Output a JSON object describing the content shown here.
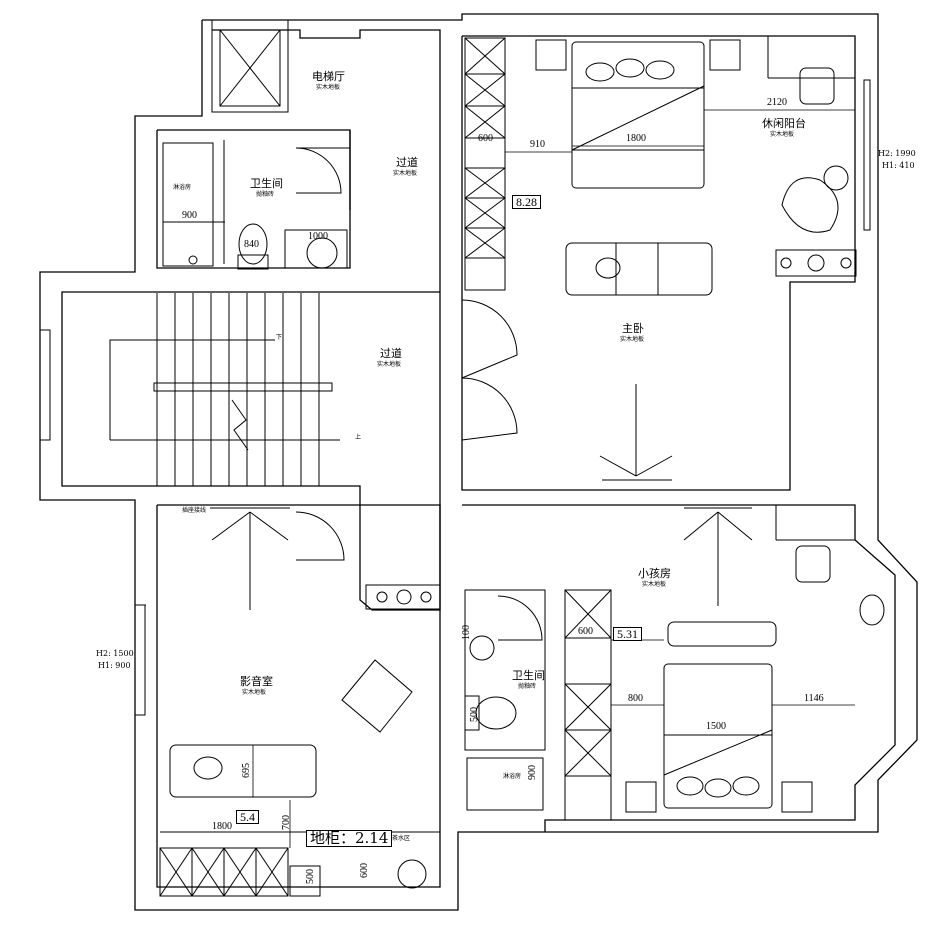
{
  "rooms": {
    "elevator_hall": "电梯厅",
    "bathroom_top": "卫生间",
    "shower_top": "淋浴房",
    "corridor_top": "过道",
    "corridor_mid": "过道",
    "master_bedroom": "主卧",
    "leisure_balcony": "休闲阳台",
    "kids_room": "小孩房",
    "bathroom_bottom": "卫生间",
    "shower_bottom": "淋浴房",
    "theater": "影音室",
    "tea_area": "茶水区",
    "socket_note": "插座接线"
  },
  "floors": {
    "wood": "实木地板",
    "tile": "抛釉砖"
  },
  "stairs": {
    "down": "下",
    "up": "上"
  },
  "dimensions": {
    "d900": "900",
    "d840": "840",
    "d1000": "1000",
    "d600_top": "600",
    "d910": "910",
    "d1800_bed": "1800",
    "d2120": "2120",
    "d600_kids": "600",
    "d100": "100",
    "d500": "500",
    "d900_shower": "900",
    "d800": "800",
    "d1500": "1500",
    "d1146": "1146",
    "d695": "695",
    "d1800_theater": "1800",
    "d700": "700",
    "d600_tea": "600",
    "d500_tea": "500"
  },
  "areas": {
    "master_wardrobe": "8.28",
    "kids_wardrobe": "5.31",
    "theater_cabinet": "5.4",
    "floor_cabinet": "地柜：2.14"
  },
  "windows": {
    "master_h2": "H2: 1990",
    "master_h1": "H1: 410",
    "theater_h2": "H2: 1500",
    "theater_h1": "H1: 900"
  }
}
